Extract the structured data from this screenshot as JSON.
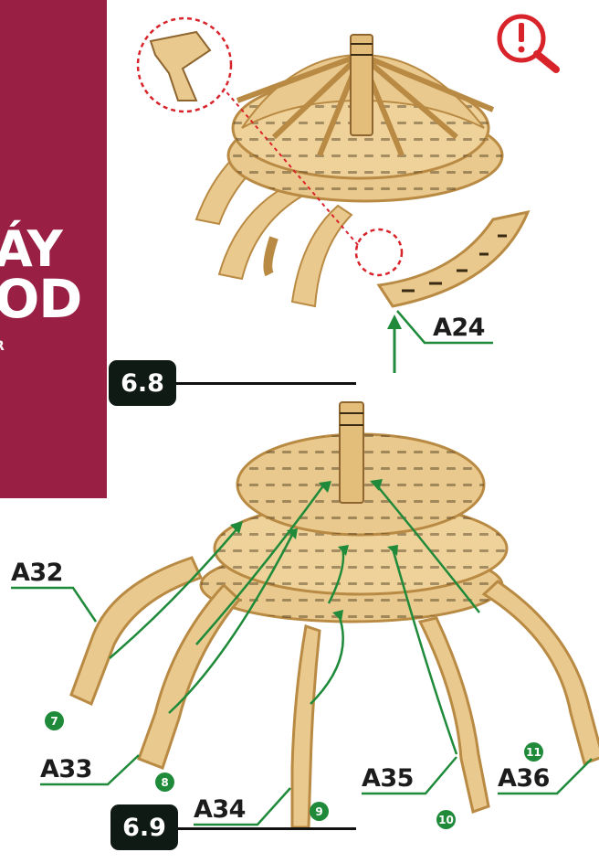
{
  "colors": {
    "brand": "#9a1f45",
    "badge": "#0f1a15",
    "green": "#1f8a3a",
    "wood": "#e9c98d",
    "wood_edge": "#b98a43",
    "alert": "#d8232a"
  },
  "brand": {
    "line1": "ÁY",
    "line2": "OD",
    "line3": "R"
  },
  "icons": {
    "alert": "magnifier-exclamation-icon"
  },
  "steps": [
    {
      "label": "6.8"
    },
    {
      "label": "6.9"
    }
  ],
  "parts": {
    "a24": "A24",
    "a32": "A32",
    "a33": "A33",
    "a34": "A34",
    "a35": "A35",
    "a36": "A36"
  },
  "piece_numbers": [
    "7",
    "8",
    "9",
    "10",
    "11"
  ]
}
